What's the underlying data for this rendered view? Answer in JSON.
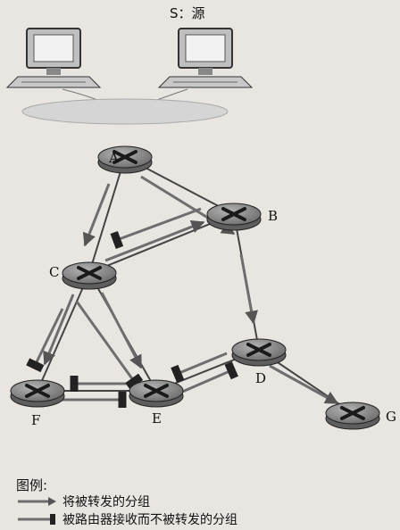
{
  "source_label": "S：源",
  "nodes": [
    {
      "id": "A",
      "label": "A"
    },
    {
      "id": "B",
      "label": "B"
    },
    {
      "id": "C",
      "label": "C"
    },
    {
      "id": "D",
      "label": "D"
    },
    {
      "id": "E",
      "label": "E"
    },
    {
      "id": "F",
      "label": "F"
    },
    {
      "id": "G",
      "label": "G"
    }
  ],
  "legend": {
    "title": "图例:",
    "forwarded": "将被转发的分组",
    "received_not_forwarded": "被路由器接收而不被转发的分组"
  },
  "colors": {
    "router": "#8f8f8f",
    "link": "#444444",
    "arrow": "#777777",
    "background": "#e9e6e1"
  }
}
